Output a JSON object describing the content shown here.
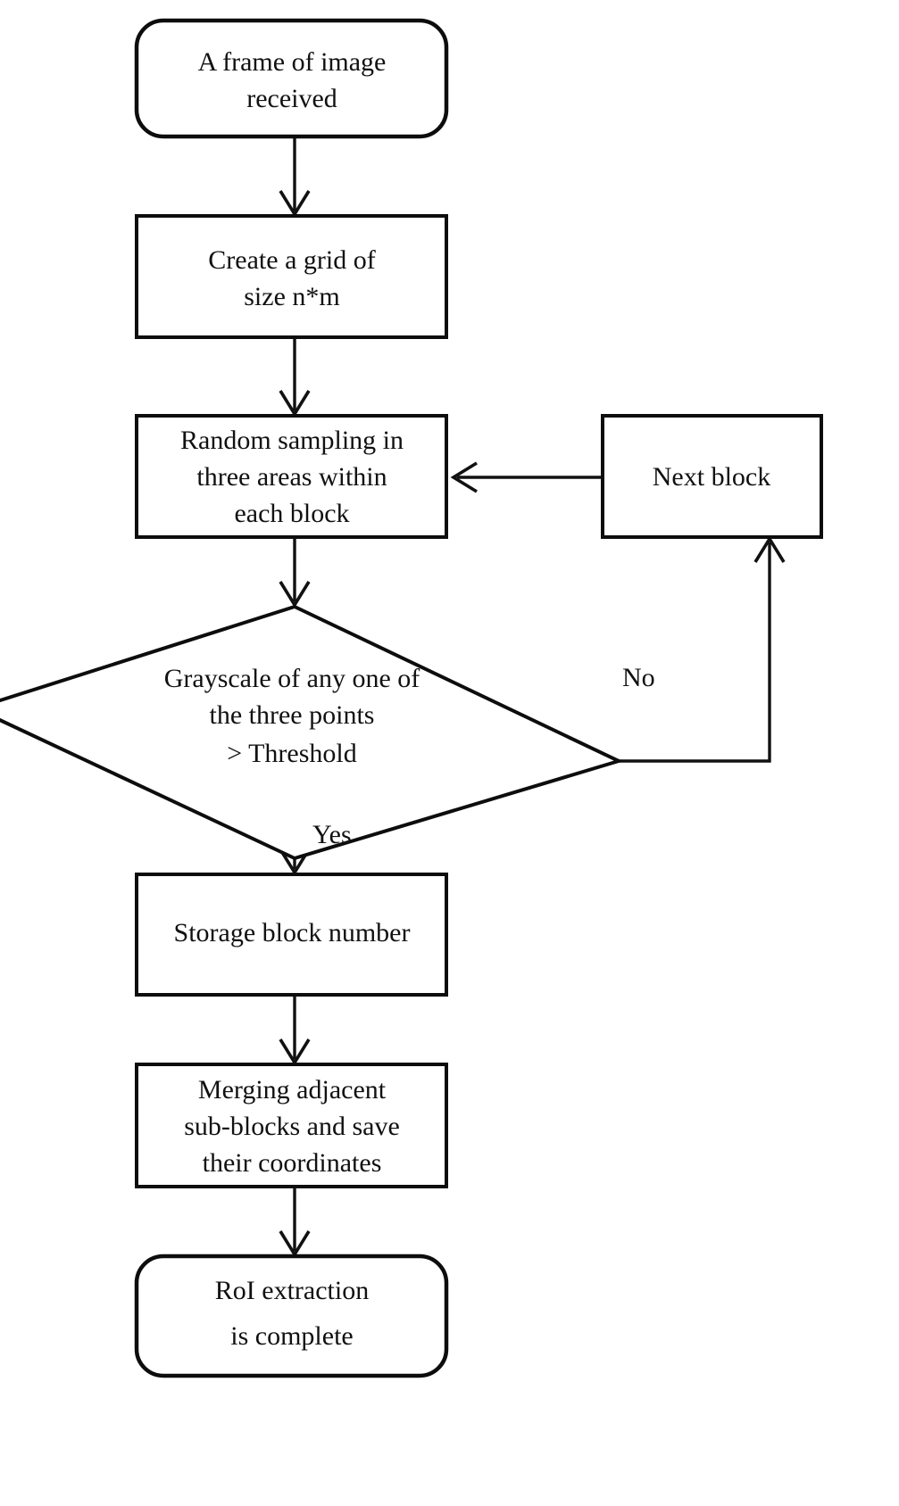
{
  "diagram": {
    "title": "RoI extraction flowchart",
    "type": "flowchart",
    "background_color": "#ffffff",
    "stroke_color": "#111111",
    "text_color": "#111111"
  },
  "nodes": [
    {
      "id": "start",
      "shape": "terminator",
      "lines": [
        "A frame of image",
        "received"
      ],
      "line1": "A frame of image",
      "line2": "received"
    },
    {
      "id": "create-grid",
      "shape": "process",
      "lines": [
        "Create a grid of",
        "size n*m"
      ],
      "line1": "Create a grid of",
      "line2": "size n*m"
    },
    {
      "id": "random-sampling",
      "shape": "process",
      "lines": [
        "Random sampling in",
        "three areas within",
        "each block"
      ],
      "line1": "Random sampling in",
      "line2": "three areas within",
      "line3": "each block"
    },
    {
      "id": "next-block",
      "shape": "process",
      "lines": [
        "Next block"
      ],
      "line1": "Next block"
    },
    {
      "id": "threshold-decision",
      "shape": "decision",
      "lines": [
        "Grayscale of any one of",
        "the three points",
        "> Threshold"
      ],
      "line1": "Grayscale of any one of",
      "line2": "the three points",
      "line3": "> Threshold"
    },
    {
      "id": "storage-block-number",
      "shape": "process",
      "lines": [
        "Storage block number"
      ],
      "line1": "Storage block number"
    },
    {
      "id": "merging-sub-blocks",
      "shape": "process",
      "lines": [
        "Merging adjacent",
        "sub-blocks and save",
        "their coordinates"
      ],
      "line1": "Merging adjacent",
      "line2": "sub-blocks and save",
      "line3": "their coordinates"
    },
    {
      "id": "end",
      "shape": "terminator",
      "lines": [
        "RoI extraction",
        "is complete"
      ],
      "line1": "RoI extraction",
      "line2": "is complete"
    }
  ],
  "edges": [
    {
      "id": "start-to-create-grid",
      "from": "start",
      "to": "create-grid",
      "label": ""
    },
    {
      "id": "create-grid-to-random-sampling",
      "from": "create-grid",
      "to": "random-sampling",
      "label": ""
    },
    {
      "id": "random-sampling-to-decision",
      "from": "random-sampling",
      "to": "threshold-decision",
      "label": ""
    },
    {
      "id": "decision-no-to-next-block",
      "from": "threshold-decision",
      "to": "next-block",
      "label": "No"
    },
    {
      "id": "next-block-to-random-sampling",
      "from": "next-block",
      "to": "random-sampling",
      "label": ""
    },
    {
      "id": "decision-yes-to-storage",
      "from": "threshold-decision",
      "to": "storage-block-number",
      "label": "Yes"
    },
    {
      "id": "storage-to-merging",
      "from": "storage-block-number",
      "to": "merging-sub-blocks",
      "label": ""
    },
    {
      "id": "merging-to-end",
      "from": "merging-sub-blocks",
      "to": "end",
      "label": ""
    }
  ],
  "labels": {
    "no": "No",
    "yes": "Yes"
  }
}
